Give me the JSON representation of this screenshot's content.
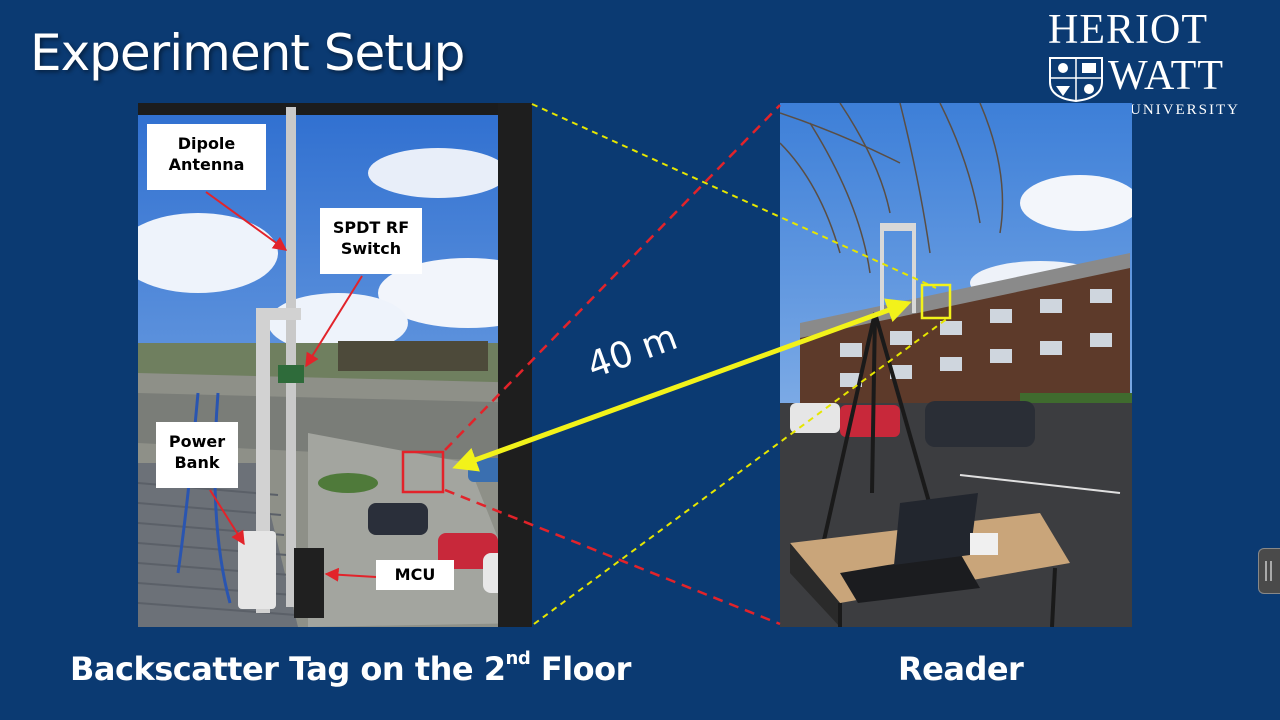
{
  "slide": {
    "title": "Experiment Setup",
    "logo": {
      "line1": "HERIOT",
      "line2": "WATT",
      "line3": "UNIVERSITY"
    },
    "left_photo": {
      "caption_main": "Backscatter Tag on the 2",
      "caption_sup": "nd",
      "caption_end": " Floor",
      "labels": {
        "dipole_line1": "Dipole",
        "dipole_line2": "Antenna",
        "spdt_line1": "SPDT RF",
        "spdt_line2": "Switch",
        "power_line1": "Power",
        "power_line2": "Bank",
        "mcu": "MCU"
      }
    },
    "right_photo": {
      "caption": "Reader"
    },
    "distance_label": "40 m"
  },
  "colors": {
    "background": "#0b3a72",
    "arrow_yellow": "#f2f21a",
    "dash_red": "#e2232a",
    "dash_yellow": "#e6e600",
    "text": "#ffffff"
  }
}
